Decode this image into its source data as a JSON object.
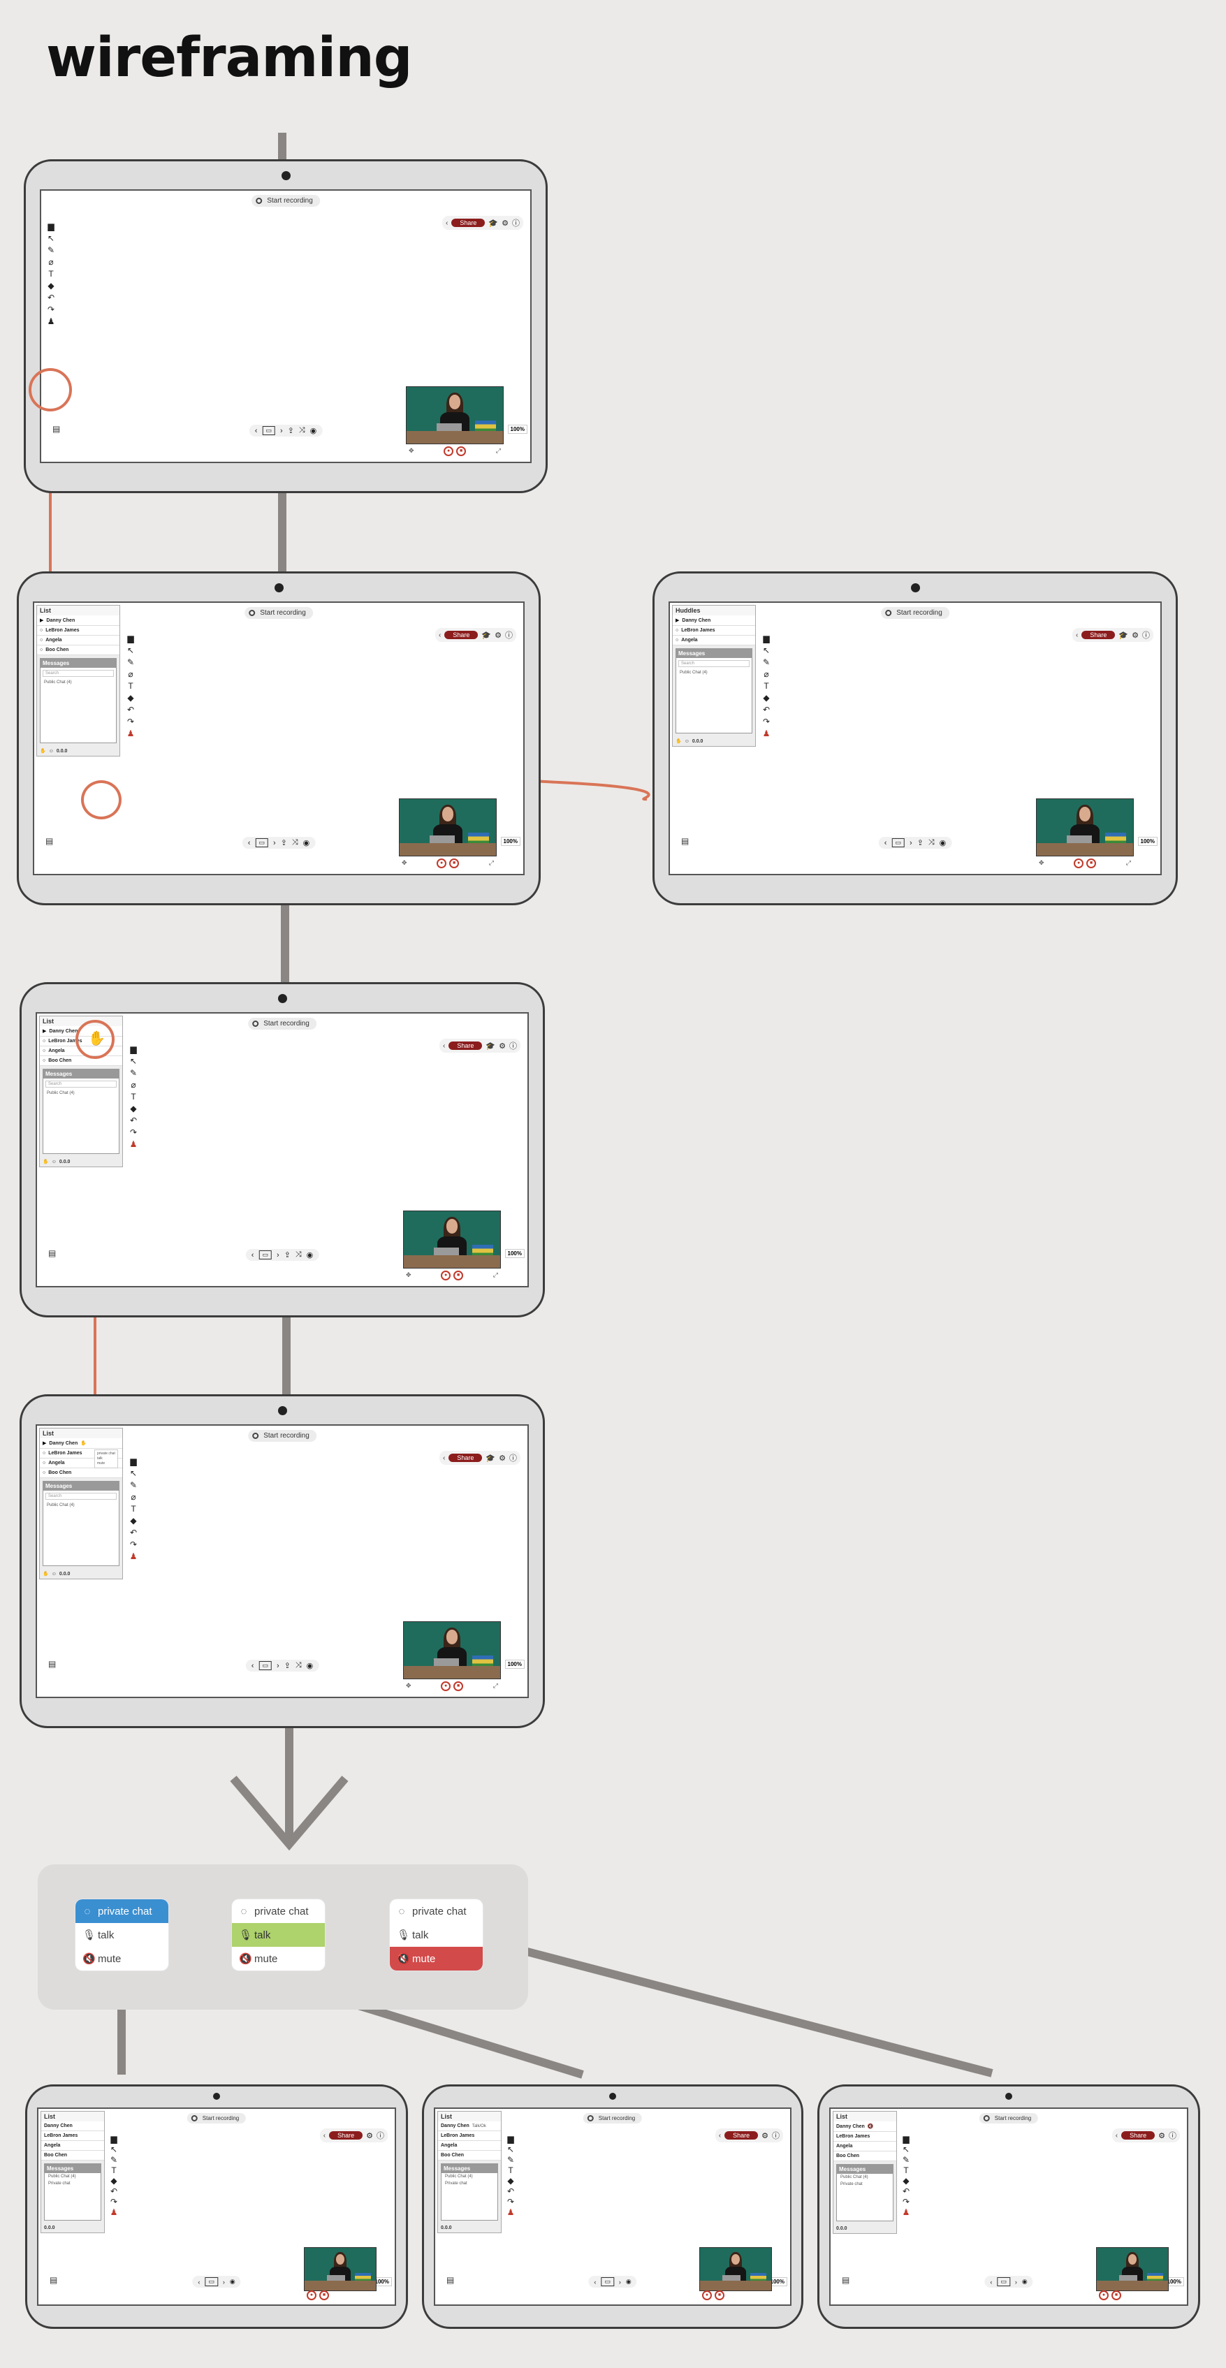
{
  "page": {
    "title": "wireframing"
  },
  "ui": {
    "start_recording": "Start recording",
    "share": "Share",
    "zoom": "100%",
    "version": "0.0.0",
    "panel_list_title": "List",
    "panel_huddles_title": "Huddles",
    "messages_title": "Messages",
    "search_placeholder": "Search",
    "msg_item": "Public Chat (4)",
    "msg_item2": "Private chat",
    "status": "Talk/Ok",
    "participants": [
      "Danny Chen",
      "LeBron James",
      "Angela",
      "Boo Chen"
    ],
    "huddle_participants": [
      "Danny Chen",
      "LeBron James",
      "Angela"
    ],
    "menu_items": [
      "private chat",
      "talk",
      "mute"
    ]
  },
  "options": [
    {
      "items": [
        "private chat",
        "talk",
        "mute"
      ],
      "highlight": 0,
      "color": "#3a8fd1"
    },
    {
      "items": [
        "private chat",
        "talk",
        "mute"
      ],
      "highlight": 1,
      "color": "#aed26c"
    },
    {
      "items": [
        "private chat",
        "talk",
        "mute"
      ],
      "highlight": 2,
      "color": "#d34a4a"
    }
  ],
  "colors": {
    "accent": "#d97457",
    "share": "#8c1d1d",
    "connector": "#8a8683"
  }
}
